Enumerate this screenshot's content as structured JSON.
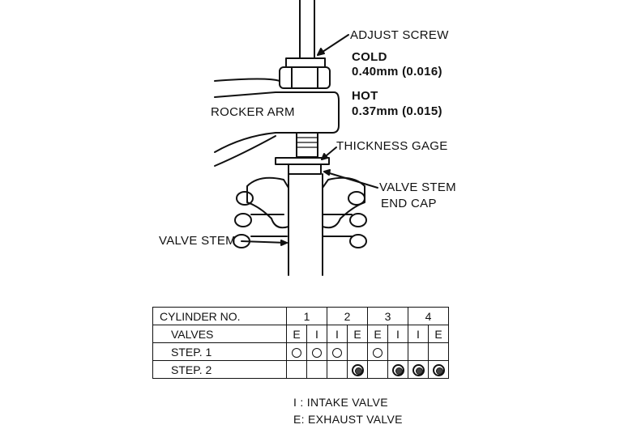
{
  "labels": {
    "adjust_screw": "ADJUST SCREW",
    "cold_title": "COLD",
    "cold_value": "0.40mm (0.016)",
    "hot_title": "HOT",
    "hot_value": "0.37mm (0.015)",
    "rocker_arm": "ROCKER ARM",
    "thickness_gage": "THICKNESS GAGE",
    "valve_stem_end_cap_1": "VALVE STEM",
    "valve_stem_end_cap_2": "END CAP",
    "valve_stem": "VALVE STEM"
  },
  "table": {
    "header_label": "CYLINDER NO.",
    "cylinders": [
      "1",
      "2",
      "3",
      "4"
    ],
    "rows": [
      {
        "label": "VALVES",
        "cells": [
          "E",
          "I",
          "I",
          "E",
          "E",
          "I",
          "I",
          "E"
        ]
      },
      {
        "label": "STEP. 1",
        "cells": [
          "single",
          "single",
          "single",
          "",
          "single",
          "",
          "",
          ""
        ]
      },
      {
        "label": "STEP. 2",
        "cells": [
          "",
          "",
          "",
          "double",
          "",
          "double",
          "double",
          "double"
        ]
      }
    ]
  },
  "legend": {
    "intake": "I :  INTAKE VALVE",
    "exhaust": "E: EXHAUST VALVE"
  }
}
